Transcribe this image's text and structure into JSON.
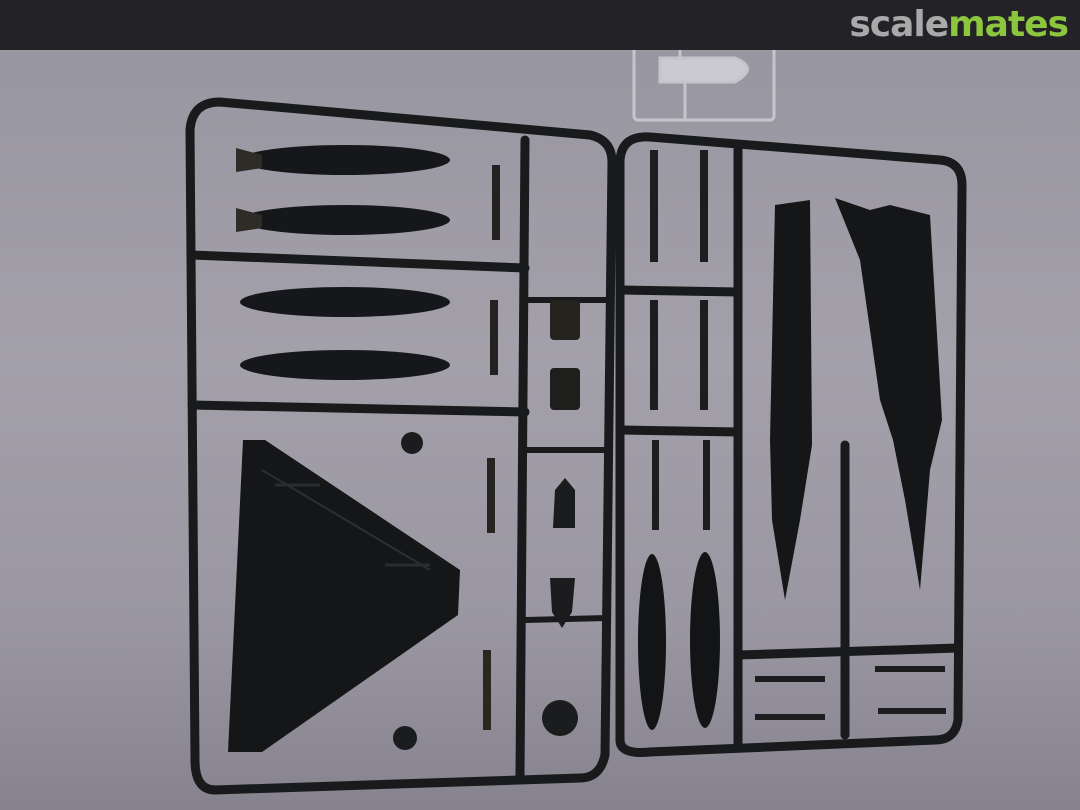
{
  "watermark": {
    "brand_part1": "scale",
    "brand_part2": "mates",
    "colors": {
      "bar": "#232227",
      "part1": "#a9a9a9",
      "part2": "#8cc63f"
    }
  },
  "photo": {
    "subject": "plastic model kit sprues",
    "background_color": "#9c99a3",
    "plastic_color": "#1c1f1f",
    "clear_sprue_color": "#c8c6cc",
    "parts": [
      "clear canopy sprue",
      "left sprue frame with four drop tanks",
      "delta wing",
      "small parts: wheels, intakes, exhaust cones",
      "right sprue frame with two fuselage halves",
      "missiles and pylons",
      "two external fuel tanks"
    ]
  }
}
